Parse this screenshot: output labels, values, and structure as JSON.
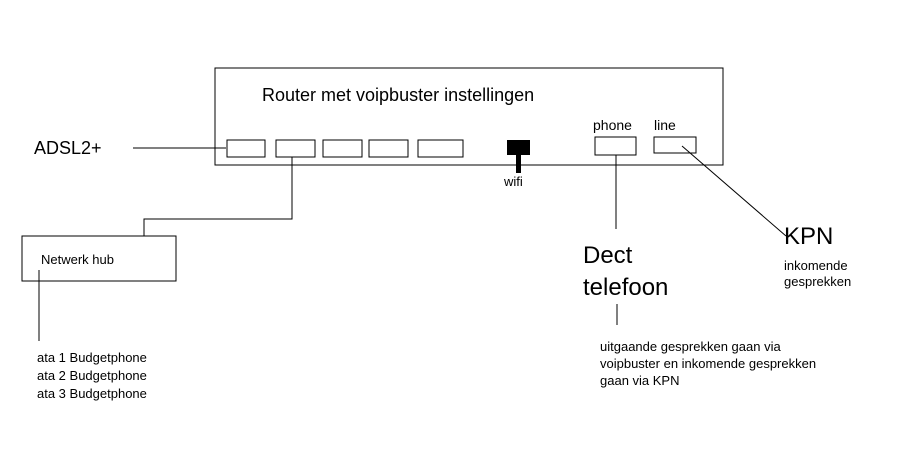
{
  "router": {
    "title": "Router met voipbuster instellingen"
  },
  "adsl": {
    "label": "ADSL2+"
  },
  "ports": {
    "phone_label": "phone",
    "line_label": "line"
  },
  "wifi": {
    "label": "wifi"
  },
  "hub": {
    "label": "Netwerk hub"
  },
  "ata_devices": [
    "ata 1 Budgetphone",
    "ata 2 Budgetphone",
    "ata 3 Budgetphone"
  ],
  "dect": {
    "lines": [
      "Dect",
      "telefoon"
    ]
  },
  "kpn": {
    "label": "KPN",
    "sub_lines": [
      "inkomende",
      "gesprekken"
    ]
  },
  "note": {
    "lines": [
      "uitgaande gesprekken gaan via",
      "voipbuster en inkomende gesprekken",
      "gaan via KPN"
    ]
  },
  "colors": {
    "line": "#000000",
    "background": "#ffffff"
  }
}
